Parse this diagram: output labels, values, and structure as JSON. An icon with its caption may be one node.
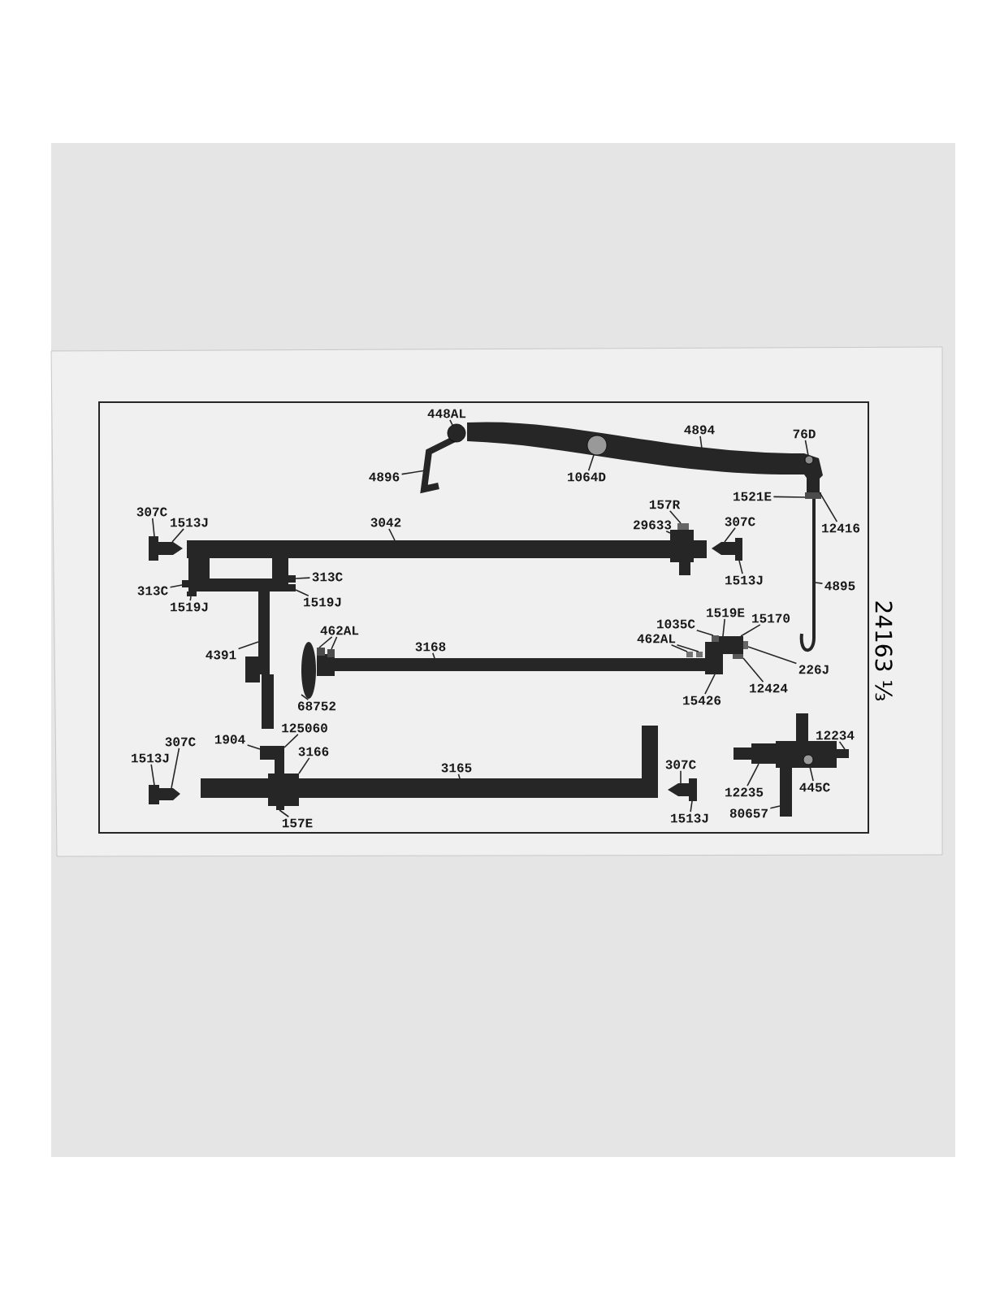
{
  "diagram": {
    "nodes": [
      {
        "text": [
          "448AL"
        ]
      },
      {
        "text": [
          "4894"
        ]
      },
      {
        "text": [
          "76D"
        ]
      },
      {
        "text": [
          "4896"
        ]
      },
      {
        "text": [
          "1064D"
        ]
      },
      {
        "text": [
          "1521E"
        ]
      },
      {
        "text": [
          "157R"
        ]
      },
      {
        "text": [
          "307C"
        ]
      },
      {
        "text": [
          "1513J"
        ]
      },
      {
        "text": [
          "3042"
        ]
      },
      {
        "text": [
          "29633"
        ]
      },
      {
        "text": [
          "307C"
        ]
      },
      {
        "text": [
          "12416"
        ]
      },
      {
        "text": [
          "313C"
        ]
      },
      {
        "text": [
          "1513J"
        ]
      },
      {
        "text": [
          "4895"
        ]
      },
      {
        "text": [
          "313C"
        ]
      },
      {
        "text": [
          "1519J"
        ]
      },
      {
        "text": [
          "1519J"
        ]
      },
      {
        "text": [
          "1519E"
        ]
      },
      {
        "text": [
          "15170"
        ]
      },
      {
        "text": [
          "1035C"
        ]
      },
      {
        "text": [
          "462AL"
        ]
      },
      {
        "text": [
          "3168"
        ]
      },
      {
        "text": [
          "462AL"
        ]
      },
      {
        "text": [
          "4391"
        ]
      },
      {
        "text": [
          "226J"
        ]
      },
      {
        "text": [
          "12424"
        ]
      },
      {
        "text": [
          "15426"
        ]
      },
      {
        "text": [
          "68752"
        ]
      },
      {
        "text": [
          "125060"
        ]
      },
      {
        "text": [
          "12234"
        ]
      },
      {
        "text": [
          "1904"
        ]
      },
      {
        "text": [
          "307C"
        ]
      },
      {
        "text": [
          "3166"
        ]
      },
      {
        "text": [
          "1513J"
        ]
      },
      {
        "text": [
          "307C"
        ]
      },
      {
        "text": [
          "3165"
        ]
      },
      {
        "text": [
          "445C"
        ]
      },
      {
        "text": [
          "12235"
        ]
      },
      {
        "text": [
          "80657"
        ]
      },
      {
        "text": [
          "157E"
        ]
      },
      {
        "text": [
          "1513J"
        ]
      },
      {
        "text": [],
        "shape": "circle"
      },
      {
        "text": [],
        "shape": "picture"
      },
      {
        "text": [],
        "shape": "circle",
        "in": 44
      },
      {
        "text": [],
        "shape": "picture"
      },
      {
        "text": [],
        "shape": "circle",
        "in": 44
      },
      {
        "text": [],
        "shape": "box"
      },
      {
        "text": [],
        "shape": "box"
      },
      {
        "text": [],
        "shape": "box"
      },
      {
        "text": [],
        "shape": "box"
      },
      {
        "text": [],
        "shape": "bar"
      },
      {
        "text": [],
        "shape": "box"
      },
      {
        "text": [],
        "shape": "box"
      },
      {
        "text": [],
        "shape": "box"
      },
      {
        "text": [],
        "shape": "box"
      },
      {
        "text": [],
        "shape": "box"
      },
      {
        "text": [],
        "shape": "picture"
      },
      {
        "text": [],
        "shape": "box"
      },
      {
        "text": [],
        "shape": "box"
      },
      {
        "text": [],
        "shape": "box"
      },
      {
        "text": [],
        "shape": "box"
      },
      {
        "text": [],
        "shape": "box"
      },
      {
        "text": [],
        "shape": "box"
      },
      {
        "text": [],
        "shape": "box"
      },
      {
        "text": [],
        "shape": "box"
      },
      {
        "text": [],
        "shape": "bar"
      },
      {
        "text": [],
        "shape": "box"
      },
      {
        "text": [],
        "shape": "box"
      },
      {
        "text": [],
        "shape": "picture"
      },
      {
        "text": [],
        "shape": "box"
      },
      {
        "text": [],
        "shape": "box"
      },
      {
        "text": [],
        "shape": "box"
      },
      {
        "text": [],
        "shape": "picture"
      },
      {
        "text": [],
        "shape": "box"
      },
      {
        "text": [],
        "shape": "box"
      },
      {
        "text": [],
        "shape": "box"
      },
      {
        "text": [],
        "shape": "box"
      },
      {
        "text": [],
        "shape": "box"
      },
      {
        "text": [],
        "shape": "box"
      },
      {
        "text": [],
        "shape": "picture"
      },
      {
        "text": [],
        "shape": "bar"
      },
      {
        "text": [],
        "shape": "circle"
      },
      {
        "text": [],
        "shape": "box"
      },
      {
        "text": [],
        "shape": "box"
      },
      {
        "text": [],
        "shape": "box"
      },
      {
        "text": [],
        "shape": "box"
      },
      {
        "text": [],
        "shape": "bar"
      }
    ],
    "edges": [
      {
        "from": 0,
        "to": 43,
        "arrow": "none"
      },
      {
        "from": 1,
        "to": 44,
        "arrow": "none"
      },
      {
        "from": 2,
        "to": 45,
        "arrow": "none"
      },
      {
        "from": 3,
        "to": 46,
        "arrow": "none"
      },
      {
        "from": 4,
        "to": 47,
        "arrow": "none"
      },
      {
        "from": 5,
        "to": 48,
        "arrow": "none"
      },
      {
        "from": 6,
        "to": 49,
        "arrow": "none"
      },
      {
        "from": 7,
        "to": 50,
        "arrow": "none"
      },
      {
        "from": 8,
        "to": 51,
        "arrow": "none"
      },
      {
        "from": 9,
        "to": 52,
        "arrow": "none"
      },
      {
        "from": 10,
        "to": 53,
        "arrow": "none"
      },
      {
        "from": 11,
        "to": 54,
        "arrow": "none"
      },
      {
        "from": 12,
        "to": 55,
        "arrow": "none"
      },
      {
        "from": 13,
        "to": 56,
        "arrow": "none"
      },
      {
        "from": 14,
        "to": 57,
        "arrow": "none"
      },
      {
        "from": 15,
        "to": 58,
        "arrow": "none"
      },
      {
        "from": 16,
        "to": 59,
        "arrow": "none"
      },
      {
        "from": 17,
        "to": 60,
        "arrow": "none"
      },
      {
        "from": 18,
        "to": 61,
        "arrow": "none"
      },
      {
        "from": 19,
        "to": 62,
        "arrow": "none"
      },
      {
        "from": 20,
        "to": 63,
        "arrow": "none"
      },
      {
        "from": 21,
        "to": 64,
        "arrow": "none"
      },
      {
        "from": 22,
        "to": 65,
        "arrow": "none"
      },
      {
        "from": 22,
        "to": 66,
        "arrow": "none"
      },
      {
        "from": 23,
        "to": 67,
        "arrow": "none"
      },
      {
        "from": 24,
        "to": 68,
        "arrow": "none"
      },
      {
        "from": 24,
        "to": 69,
        "arrow": "none"
      },
      {
        "from": 25,
        "to": 70,
        "arrow": "none"
      },
      {
        "from": 26,
        "to": 71,
        "arrow": "none"
      },
      {
        "from": 27,
        "to": 72,
        "arrow": "none"
      },
      {
        "from": 28,
        "to": 73,
        "arrow": "none"
      },
      {
        "from": 29,
        "to": 74,
        "arrow": "none"
      },
      {
        "from": 30,
        "to": 75,
        "arrow": "none"
      },
      {
        "from": 31,
        "to": 76,
        "arrow": "none"
      },
      {
        "from": 32,
        "to": 77,
        "arrow": "none"
      },
      {
        "from": 33,
        "to": 78,
        "arrow": "none"
      },
      {
        "from": 34,
        "to": 79,
        "arrow": "none"
      },
      {
        "from": 35,
        "to": 80,
        "arrow": "none"
      },
      {
        "from": 36,
        "to": 81,
        "arrow": "none"
      },
      {
        "from": 37,
        "to": 82,
        "arrow": "none"
      },
      {
        "from": 38,
        "to": 83,
        "arrow": "none"
      },
      {
        "from": 39,
        "to": 84,
        "arrow": "none"
      },
      {
        "from": 40,
        "to": 85,
        "arrow": "none"
      },
      {
        "from": 41,
        "to": 86,
        "arrow": "none"
      },
      {
        "from": 42,
        "to": 87,
        "arrow": "none"
      }
    ],
    "labels": [
      "24163 ⅓"
    ]
  }
}
